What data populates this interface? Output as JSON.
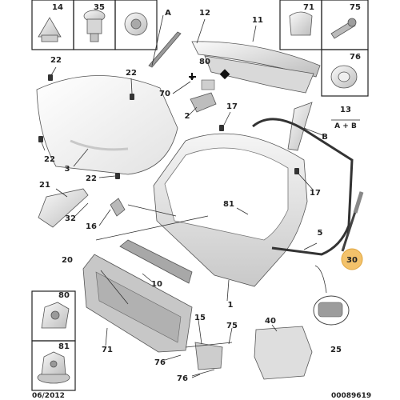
{
  "diagram": {
    "parts": [
      {
        "key": "p1",
        "label": "1"
      },
      {
        "key": "p2",
        "label": "2"
      },
      {
        "key": "p3",
        "label": "3"
      },
      {
        "key": "p5",
        "label": "5"
      },
      {
        "key": "p10",
        "label": "10"
      },
      {
        "key": "p11",
        "label": "11"
      },
      {
        "key": "p12",
        "label": "12"
      },
      {
        "key": "p13",
        "label": "13"
      },
      {
        "key": "p13sub",
        "label": "A + B"
      },
      {
        "key": "p14",
        "label": "14"
      },
      {
        "key": "p15",
        "label": "15"
      },
      {
        "key": "p16",
        "label": "16"
      },
      {
        "key": "p17a",
        "label": "17"
      },
      {
        "key": "p17b",
        "label": "17"
      },
      {
        "key": "p20",
        "label": "20"
      },
      {
        "key": "p21",
        "label": "21"
      },
      {
        "key": "p22a",
        "label": "22"
      },
      {
        "key": "p22b",
        "label": "22"
      },
      {
        "key": "p22c",
        "label": "22"
      },
      {
        "key": "p22d",
        "label": "22"
      },
      {
        "key": "p25",
        "label": "25"
      },
      {
        "key": "p30",
        "label": "30"
      },
      {
        "key": "p32",
        "label": "32"
      },
      {
        "key": "p35",
        "label": "35"
      },
      {
        "key": "p40",
        "label": "40"
      },
      {
        "key": "p70",
        "label": "70"
      },
      {
        "key": "p71a",
        "label": "71"
      },
      {
        "key": "p71b",
        "label": "71"
      },
      {
        "key": "p75a",
        "label": "75"
      },
      {
        "key": "p75b",
        "label": "75"
      },
      {
        "key": "p76a",
        "label": "76"
      },
      {
        "key": "p76b",
        "label": "76"
      },
      {
        "key": "p76c",
        "label": "76"
      },
      {
        "key": "p80a",
        "label": "80"
      },
      {
        "key": "p80b",
        "label": "80"
      },
      {
        "key": "p81a",
        "label": "81"
      },
      {
        "key": "p81b",
        "label": "81"
      },
      {
        "key": "pA",
        "label": "A"
      },
      {
        "key": "pB",
        "label": "B"
      }
    ],
    "footer": {
      "date": "06/2012",
      "ref": "00089619"
    },
    "colors": {
      "highlight": "#f3c26b",
      "line": "#222222",
      "part_fill": "#e9e9e9"
    }
  }
}
